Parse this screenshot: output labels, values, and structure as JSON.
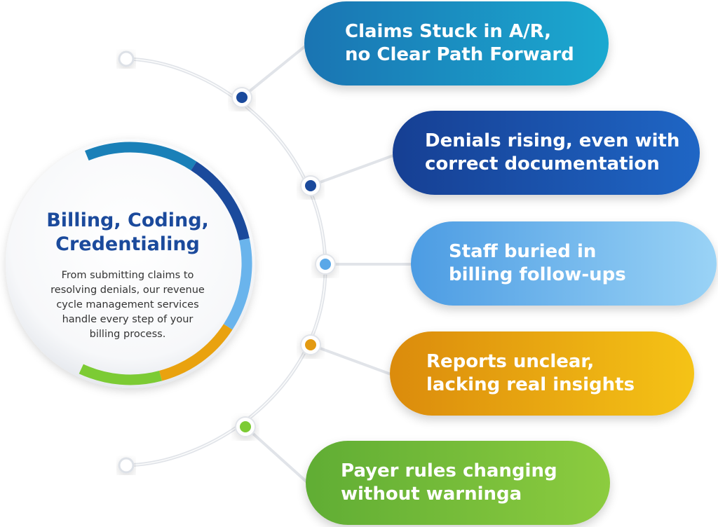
{
  "center": {
    "title_lines": [
      "Billing, Coding,",
      "Credentialing"
    ],
    "description_lines": [
      "From submitting claims to",
      "resolving denials, our revenue",
      "cycle management services",
      "handle every step of your",
      "billing process."
    ]
  },
  "items": [
    {
      "lines": [
        "Claims Stuck in A/R,",
        "no Clear Path Forward"
      ],
      "color": "#1a8cc2",
      "node_color": "#1b4a9c"
    },
    {
      "lines": [
        "Denials rising, even with",
        "correct documentation"
      ],
      "color": "#1a4fae",
      "node_color": "#1b4a9c"
    },
    {
      "lines": [
        "Staff buried in",
        "billing follow-ups"
      ],
      "color": "#6ab4ec",
      "node_color": "#5aa8e8"
    },
    {
      "lines": [
        "Reports unclear,",
        "lacking real insights"
      ],
      "color": "#e9a20f",
      "node_color": "#e39a12"
    },
    {
      "lines": [
        "Payer rules changing",
        "without warninga"
      ],
      "color": "#72bb3a",
      "node_color": "#7ccb34"
    }
  ],
  "ring_colors": [
    "#1a80b8",
    "#1b4a9c",
    "#6ab4ec",
    "#e9a20f",
    "#7ccb34"
  ]
}
